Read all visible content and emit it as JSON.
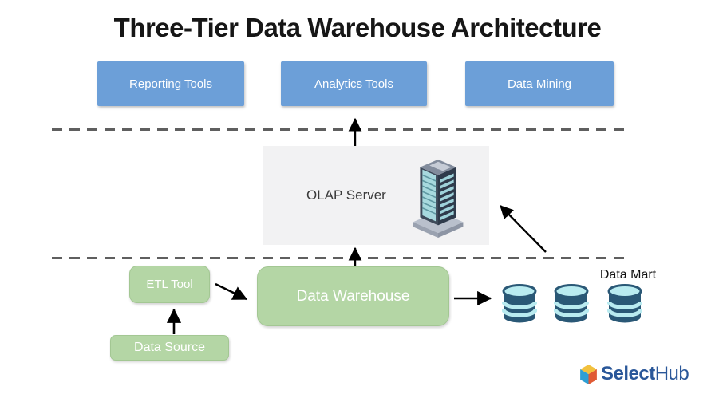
{
  "title": "Three-Tier Data Warehouse Architecture",
  "top_tier": {
    "reporting": "Reporting Tools",
    "analytics": "Analytics Tools",
    "mining": "Data Mining"
  },
  "middle_tier": {
    "olap": "OLAP Server"
  },
  "bottom_tier": {
    "etl": "ETL Tool",
    "warehouse": "Data Warehouse",
    "source": "Data Source",
    "mart": "Data Mart"
  },
  "logo": {
    "name_bold": "Select",
    "name_light": "Hub"
  },
  "colors": {
    "tool_box": "#6c9fd8",
    "process_box": "#b4d6a5",
    "process_border": "#a3c793",
    "olap_box": "#f2f2f3",
    "dash": "#5f5f5f",
    "cyl_dark": "#2a5876",
    "cyl_light": "#b9ebf0",
    "logo_text": "#2a5799"
  }
}
